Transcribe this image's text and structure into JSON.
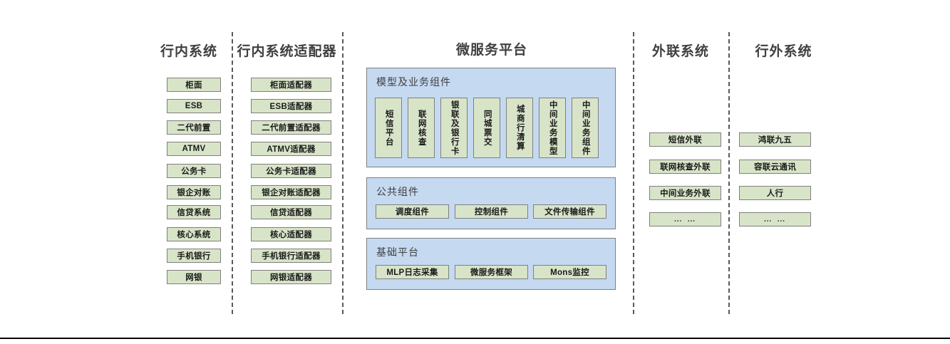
{
  "diagram": {
    "title_colors": {
      "node_fill": "#d8e4c8",
      "node_border": "#7f7f7f",
      "panel_fill": "#c5d9f1",
      "panel_border": "#7f7f7f",
      "header_text": "#3f3f3f",
      "divider": "#595959"
    },
    "columns": [
      {
        "id": "in-bank-systems",
        "header": "行内系统",
        "items": [
          {
            "label": "柜面"
          },
          {
            "label": "ESB"
          },
          {
            "label": "二代前置"
          },
          {
            "label": "ATMV"
          },
          {
            "label": "公务卡"
          },
          {
            "label": "银企对账"
          },
          {
            "label": "信贷系统"
          },
          {
            "label": "核心系统"
          },
          {
            "label": "手机银行"
          },
          {
            "label": "网银"
          }
        ]
      },
      {
        "id": "in-bank-adapters",
        "header": "行内系统适配器",
        "items": [
          {
            "label": "柜面适配器"
          },
          {
            "label": "ESB适配器"
          },
          {
            "label": "二代前置适配器"
          },
          {
            "label": "ATMV适配器"
          },
          {
            "label": "公务卡适配器"
          },
          {
            "label": "银企对账适配器"
          },
          {
            "label": "信贷适配器"
          },
          {
            "label": "核心适配器"
          },
          {
            "label": "手机银行适配器"
          },
          {
            "label": "网银适配器"
          }
        ]
      },
      {
        "id": "microservice-platform",
        "header": "微服务平台",
        "panels": [
          {
            "id": "model-business-components",
            "title": "模型及业务组件",
            "orientation": "vertical",
            "items": [
              {
                "label": "短信平台"
              },
              {
                "label": "联网核查"
              },
              {
                "label": "银联及银行卡"
              },
              {
                "label": "同城票交"
              },
              {
                "label": "城商行清算"
              },
              {
                "label": "中间业务模型"
              },
              {
                "label": "中间业务组件"
              }
            ]
          },
          {
            "id": "public-components",
            "title": "公共组件",
            "orientation": "horizontal",
            "items": [
              {
                "label": "调度组件"
              },
              {
                "label": "控制组件"
              },
              {
                "label": "文件传输组件"
              }
            ]
          },
          {
            "id": "base-platform",
            "title": "基础平台",
            "orientation": "horizontal",
            "items": [
              {
                "label": "MLP日志采集"
              },
              {
                "label": "微服务框架"
              },
              {
                "label": "Mons监控"
              }
            ]
          }
        ]
      },
      {
        "id": "external-link-systems",
        "header": "外联系统",
        "items": [
          {
            "label": "短信外联"
          },
          {
            "label": "联网核查外联"
          },
          {
            "label": "中间业务外联"
          },
          {
            "label": "… …"
          }
        ]
      },
      {
        "id": "off-bank-systems",
        "header": "行外系统",
        "items": [
          {
            "label": "鸿联九五"
          },
          {
            "label": "容联云通讯"
          },
          {
            "label": "人行"
          },
          {
            "label": "… …"
          }
        ]
      }
    ]
  }
}
